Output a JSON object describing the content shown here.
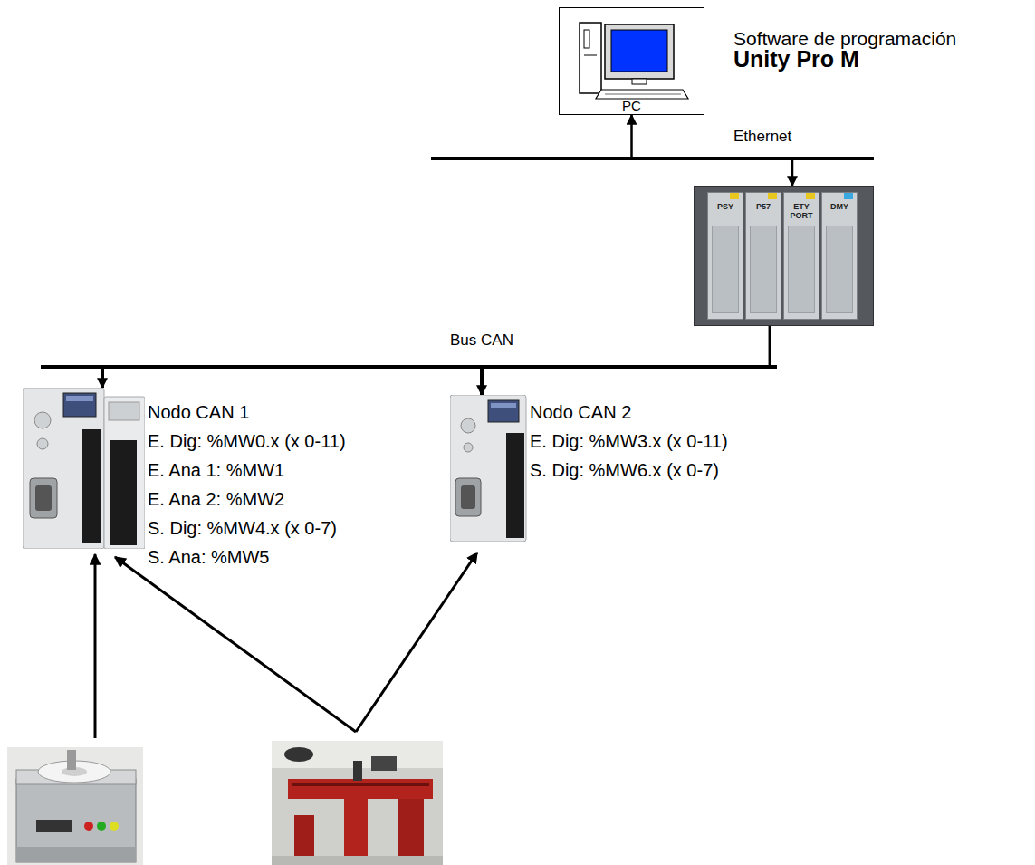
{
  "diagram": {
    "nodes": [
      {
        "text": [
          "PC"
        ]
      },
      {
        "text": [
          "PSY",
          "P57",
          "ETY",
          "PORT",
          "DMY"
        ]
      },
      {
        "text": [
          "Nodo CAN 1",
          "E. Dig: %MW0.x (x 0-11)",
          "E. Ana 1: %MW1",
          "E. Ana 2: %MW2",
          "S. Dig: %MW4.x (x 0-7)",
          "S. Ana: %MW5"
        ]
      },
      {
        "text": [
          "Nodo CAN 2",
          "E. Dig: %MW3.x (x 0-11)",
          "S. Dig: %MW6.x (x 0-7)"
        ]
      }
    ],
    "edges": [
      {
        "from": 0,
        "to": 1,
        "arrow": "both"
      },
      {
        "from": 1,
        "to": 2,
        "arrow": "to"
      },
      {
        "from": 1,
        "to": 3,
        "arrow": "to"
      }
    ],
    "labels": [
      "Software de programación",
      "Unity Pro M",
      "Ethernet",
      "Bus CAN"
    ]
  }
}
